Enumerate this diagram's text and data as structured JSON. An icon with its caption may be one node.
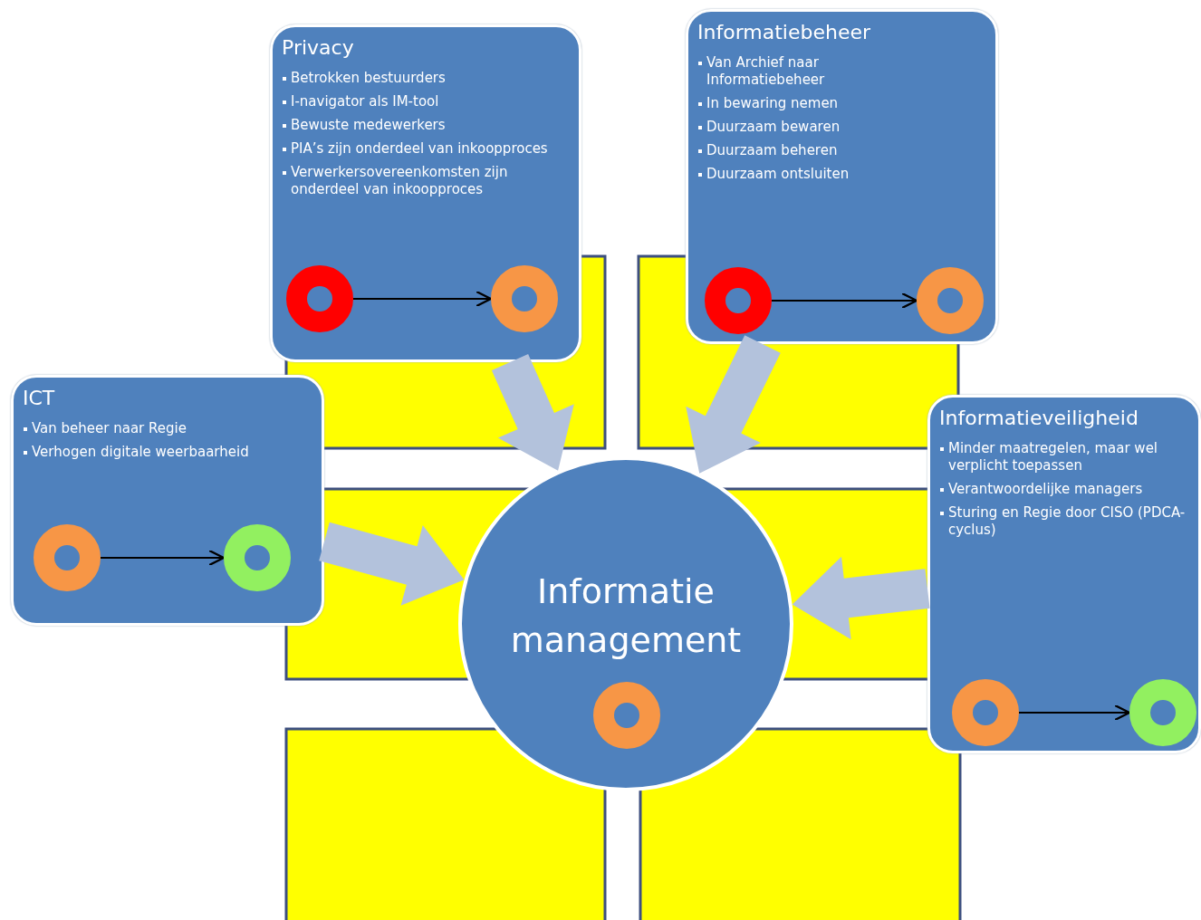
{
  "diagram": {
    "nodes": [
      {
        "text": [
          "Privacy",
          "Betrokken bestuurders",
          "I-navigator als IM-tool",
          "Bewuste medewerkers",
          "PIA’s zijn onderdeel van inkoopproces",
          "Verwerkersovereenkomsten zijn onderdeel van inkoopproces"
        ]
      },
      {
        "text": [],
        "shape": "circle",
        "in": 0
      },
      {
        "text": [],
        "shape": "circle",
        "in": 0
      },
      {
        "text": [
          "Informatiebeheer",
          "Van Archief naar Informatiebeheer",
          "In bewaring nemen",
          "Duurzaam bewaren",
          "Duurzaam beheren",
          "Duurzaam ontsluiten"
        ]
      },
      {
        "text": [],
        "shape": "circle",
        "in": 3
      },
      {
        "text": [],
        "shape": "circle",
        "in": 3
      },
      {
        "text": [
          "ICT",
          "Van beheer naar Regie",
          "Verhogen digitale weerbaarheid"
        ]
      },
      {
        "text": [],
        "shape": "circle",
        "in": 6
      },
      {
        "text": [],
        "shape": "circle",
        "in": 6
      },
      {
        "text": [
          "Informatie management"
        ]
      },
      {
        "text": [],
        "shape": "circle",
        "in": 9
      },
      {
        "text": [
          "Informatieveiligheid",
          "Minder maatregelen, maar wel verplicht toepassen",
          "Verantwoordelijke managers",
          "Sturing en Regie door CISO (PDCA-cyclus)"
        ]
      },
      {
        "text": [],
        "shape": "circle",
        "in": 11
      },
      {
        "text": [],
        "shape": "circle",
        "in": 11
      }
    ],
    "edges": [
      {
        "from": 1,
        "to": 2,
        "arrow": "to"
      },
      {
        "from": 4,
        "to": 5,
        "arrow": "to"
      },
      {
        "from": 7,
        "to": 8,
        "arrow": "to"
      },
      {
        "from": 12,
        "to": 13,
        "arrow": "to"
      },
      {
        "from": 0,
        "to": 9,
        "arrow": "to",
        "style": "thick",
        "color": "#b3c2dc"
      },
      {
        "from": 3,
        "to": 9,
        "arrow": "to",
        "style": "thick",
        "color": "#b3c2dc"
      },
      {
        "from": 6,
        "to": 9,
        "arrow": "to",
        "style": "thick",
        "color": "#b3c2dc"
      },
      {
        "from": 11,
        "to": 9,
        "arrow": "to",
        "style": "thick",
        "color": "#b3c2dc"
      }
    ]
  }
}
